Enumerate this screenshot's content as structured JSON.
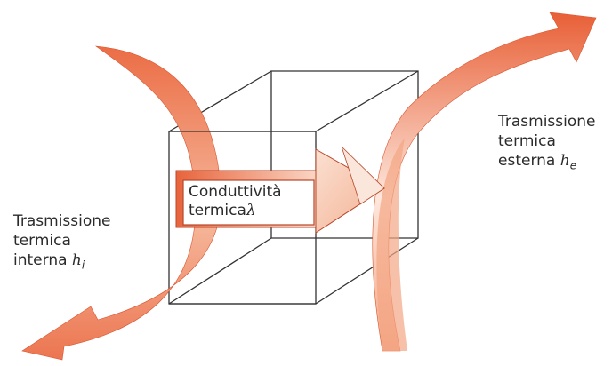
{
  "labels": {
    "internal": {
      "line1": "Trasmissione",
      "line2": "termica",
      "line3_text": "interna ",
      "symbol": "h",
      "subscript": "i"
    },
    "external": {
      "line1": "Trasmissione",
      "line2": "termica",
      "line3_text": "esterna ",
      "symbol": "h",
      "subscript": "e"
    },
    "conduction": {
      "line1": "Conduttività",
      "line2_text": "termica",
      "symbol": "λ"
    }
  },
  "colors": {
    "arrow_dark": "#e8643c",
    "arrow_light": "#fbe3d6",
    "cube_line": "#333333",
    "text": "#2b2b2b"
  }
}
